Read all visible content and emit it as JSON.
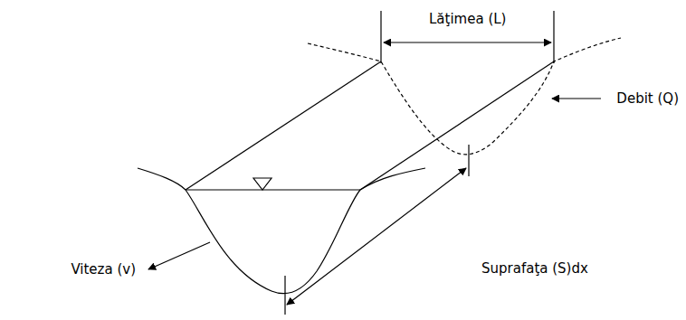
{
  "diagram": {
    "labels": [
      "Lăţimea (L)",
      "Debit (Q)",
      "Viteza (v)",
      "Suprafaţa (S)dx"
    ]
  }
}
